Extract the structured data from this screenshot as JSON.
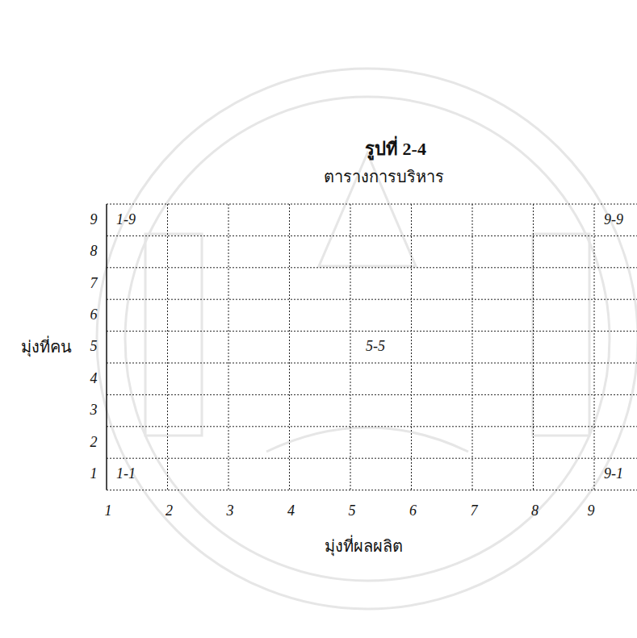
{
  "diagram": {
    "title": "รูปที่ 2-4",
    "labels": [
      "ตารางการบริหาร",
      "9",
      "1-9",
      "9-9",
      "8",
      "7",
      "6",
      "มุ่งที่คน",
      "5",
      "5-5",
      "4",
      "3",
      "2",
      "1",
      "1-1",
      "9-1",
      "1",
      "2",
      "3",
      "4",
      "5",
      "6",
      "7",
      "8",
      "9",
      "มุ่งที่ผลผลิต"
    ]
  }
}
